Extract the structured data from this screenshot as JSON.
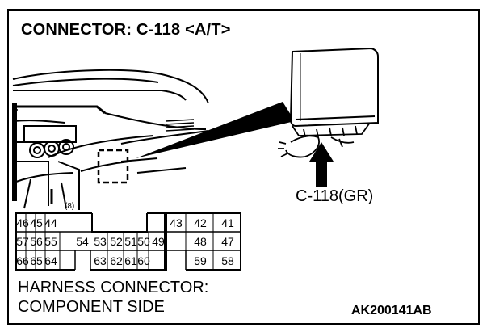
{
  "title": "CONNECTOR: C-118 <A/T>",
  "connector_label": "C-118(GR)",
  "footer_line1": "HARNESS CONNECTOR:",
  "footer_line2": "COMPONENT SIDE",
  "figure_code": "AK200141AB",
  "dash_small_label": "(8)",
  "pins": {
    "row1_left": [
      "46",
      "45",
      "44"
    ],
    "row1_right": [
      "43",
      "42",
      "41"
    ],
    "row2_left": [
      "57",
      "56",
      "55"
    ],
    "row2_center": [
      "54",
      "53",
      "52",
      "51",
      "50"
    ],
    "row2_right": [
      "49",
      "48",
      "47"
    ],
    "row3_left": [
      "66",
      "65",
      "64"
    ],
    "row3_center": [
      "63",
      "62",
      "61",
      "60"
    ],
    "row3_right": [
      "59",
      "58"
    ]
  }
}
